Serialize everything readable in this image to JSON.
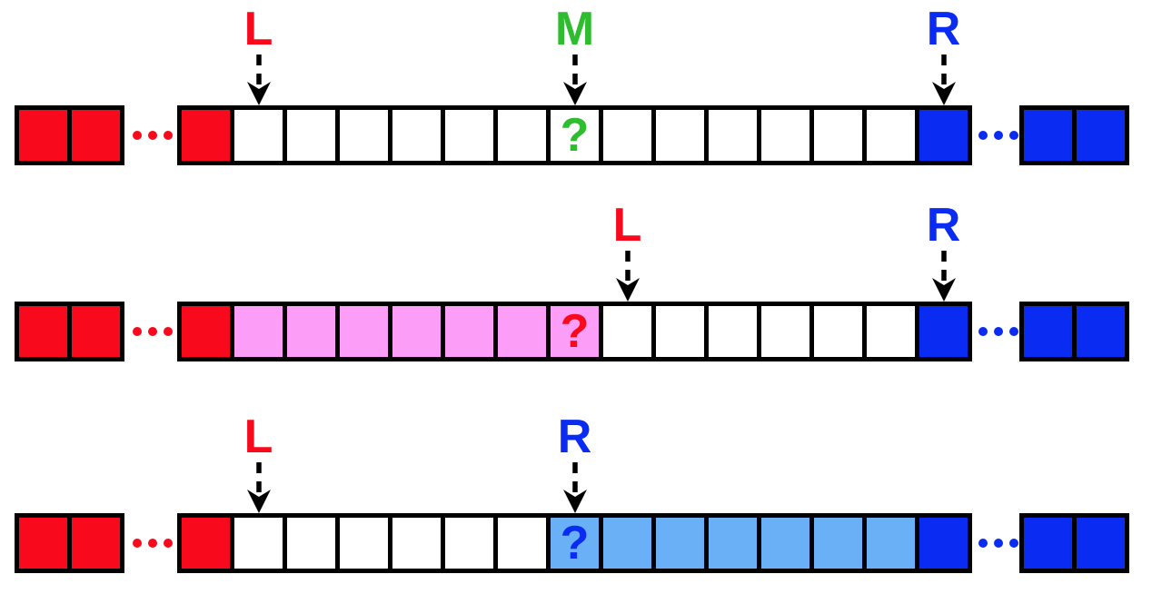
{
  "palette": {
    "red": "#F8091B",
    "pink": "#FC9DF7",
    "lightblue": "#69B0F7",
    "blue": "#0A2BF2",
    "green": "#2EBD2E",
    "white": "#FFFFFF",
    "border": "#000000"
  },
  "ellipsis": {
    "dot_count": 3
  },
  "rows": [
    {
      "name": "row-top",
      "outer_left": {
        "fill": "red",
        "cell_count": 2,
        "ellipsis_color": "red"
      },
      "outer_right": {
        "fill": "blue",
        "cell_count": 2,
        "ellipsis_color": "blue"
      },
      "pointers": [
        {
          "label": "L",
          "color": "red",
          "cell_index": 1
        },
        {
          "label": "M",
          "color": "green",
          "cell_index": 7
        },
        {
          "label": "R",
          "color": "blue",
          "cell_index": 14
        }
      ],
      "cells": [
        {
          "fill": "red"
        },
        {
          "fill": "white"
        },
        {
          "fill": "white"
        },
        {
          "fill": "white"
        },
        {
          "fill": "white"
        },
        {
          "fill": "white"
        },
        {
          "fill": "white"
        },
        {
          "fill": "white",
          "glyph": "?",
          "glyph_color": "green"
        },
        {
          "fill": "white"
        },
        {
          "fill": "white"
        },
        {
          "fill": "white"
        },
        {
          "fill": "white"
        },
        {
          "fill": "white"
        },
        {
          "fill": "white"
        },
        {
          "fill": "blue"
        }
      ]
    },
    {
      "name": "row-middle",
      "outer_left": {
        "fill": "red",
        "cell_count": 2,
        "ellipsis_color": "red"
      },
      "outer_right": {
        "fill": "blue",
        "cell_count": 2,
        "ellipsis_color": "blue"
      },
      "pointers": [
        {
          "label": "L",
          "color": "red",
          "cell_index": 8
        },
        {
          "label": "R",
          "color": "blue",
          "cell_index": 14
        }
      ],
      "cells": [
        {
          "fill": "red"
        },
        {
          "fill": "pink"
        },
        {
          "fill": "pink"
        },
        {
          "fill": "pink"
        },
        {
          "fill": "pink"
        },
        {
          "fill": "pink"
        },
        {
          "fill": "pink"
        },
        {
          "fill": "pink",
          "glyph": "?",
          "glyph_color": "red"
        },
        {
          "fill": "white"
        },
        {
          "fill": "white"
        },
        {
          "fill": "white"
        },
        {
          "fill": "white"
        },
        {
          "fill": "white"
        },
        {
          "fill": "white"
        },
        {
          "fill": "blue"
        }
      ]
    },
    {
      "name": "row-bottom",
      "outer_left": {
        "fill": "red",
        "cell_count": 2,
        "ellipsis_color": "red"
      },
      "outer_right": {
        "fill": "blue",
        "cell_count": 2,
        "ellipsis_color": "blue"
      },
      "pointers": [
        {
          "label": "L",
          "color": "red",
          "cell_index": 1
        },
        {
          "label": "R",
          "color": "blue",
          "cell_index": 7
        }
      ],
      "cells": [
        {
          "fill": "red"
        },
        {
          "fill": "white"
        },
        {
          "fill": "white"
        },
        {
          "fill": "white"
        },
        {
          "fill": "white"
        },
        {
          "fill": "white"
        },
        {
          "fill": "white"
        },
        {
          "fill": "lightblue",
          "glyph": "?",
          "glyph_color": "blue"
        },
        {
          "fill": "lightblue"
        },
        {
          "fill": "lightblue"
        },
        {
          "fill": "lightblue"
        },
        {
          "fill": "lightblue"
        },
        {
          "fill": "lightblue"
        },
        {
          "fill": "lightblue"
        },
        {
          "fill": "blue"
        }
      ]
    }
  ]
}
